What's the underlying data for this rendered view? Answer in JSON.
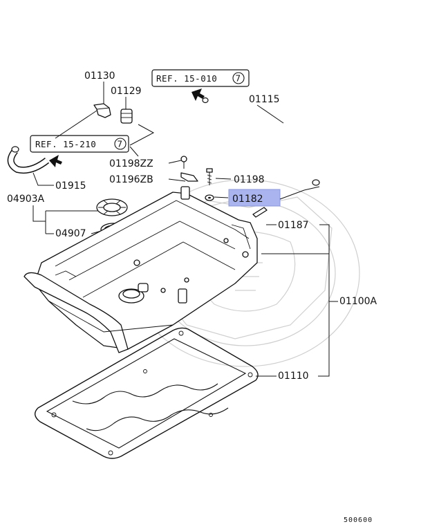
{
  "references": [
    {
      "text": "REF. 15-010",
      "circled": "7"
    },
    {
      "text": "REF. 15-210",
      "circled": "7"
    }
  ],
  "part_labels": {
    "p01130": "01130",
    "p01129": "01129",
    "p01115": "01115",
    "p01915": "01915",
    "p01198ZZ": "01198ZZ",
    "p01196ZB": "01196ZB",
    "p01198": "01198",
    "p01182": "01182",
    "p04903A": "04903A",
    "p04907": "04907",
    "p01187": "01187",
    "p01100A": "01100A",
    "p01110": "01110"
  },
  "highlighted_part": "01182",
  "highlight_color": "#aab4ee",
  "diagram_code": "500600"
}
